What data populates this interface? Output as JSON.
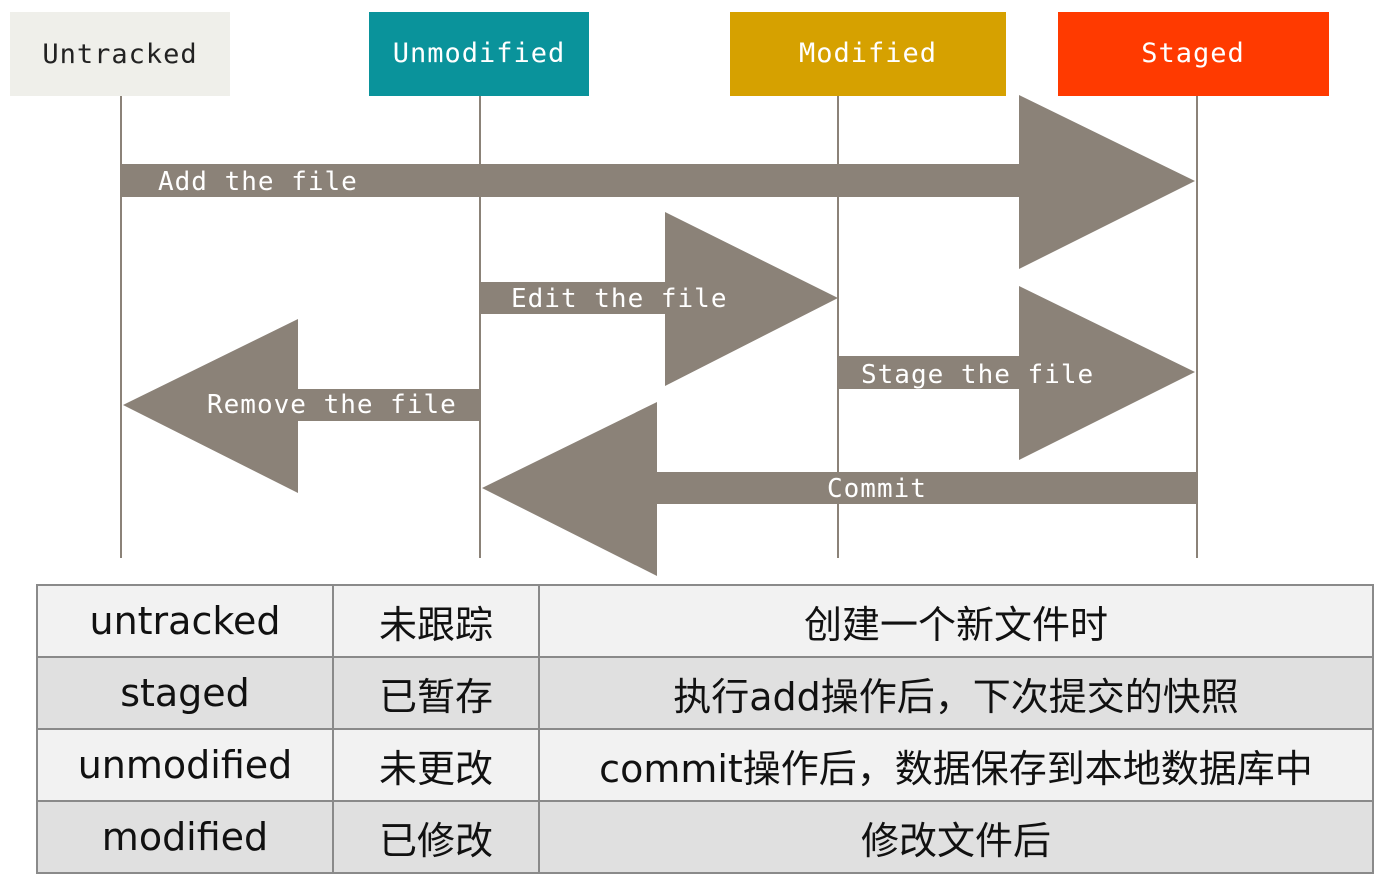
{
  "diagram": {
    "states": [
      {
        "id": "untracked",
        "label": "Untracked",
        "color": "#efefea",
        "text_color": "#222222"
      },
      {
        "id": "unmodified",
        "label": "Unmodified",
        "color": "#0a939b",
        "text_color": "#ffffff"
      },
      {
        "id": "modified",
        "label": "Modified",
        "color": "#d6a100",
        "text_color": "#ffffff"
      },
      {
        "id": "staged",
        "label": "Staged",
        "color": "#ff3a00",
        "text_color": "#ffffff"
      }
    ],
    "arrow_color": "#8b8278",
    "arrows": [
      {
        "id": "add",
        "label": "Add the file",
        "from": "Untracked",
        "to": "Staged"
      },
      {
        "id": "edit",
        "label": "Edit the file",
        "from": "Unmodified",
        "to": "Modified"
      },
      {
        "id": "remove",
        "label": "Remove the file",
        "from": "Unmodified",
        "to": "Untracked"
      },
      {
        "id": "stage",
        "label": "Stage the file",
        "from": "Modified",
        "to": "Staged"
      },
      {
        "id": "commit",
        "label": "Commit",
        "from": "Staged",
        "to": "Unmodified"
      }
    ]
  },
  "table": {
    "rows": [
      [
        "untracked",
        "未跟踪",
        "创建一个新文件时"
      ],
      [
        "staged",
        "已暂存",
        "执行add操作后，下次提交的快照"
      ],
      [
        "unmodified",
        "未更改",
        "commit操作后，数据保存到本地数据库中"
      ],
      [
        "modified",
        "已修改",
        "修改文件后"
      ]
    ]
  }
}
